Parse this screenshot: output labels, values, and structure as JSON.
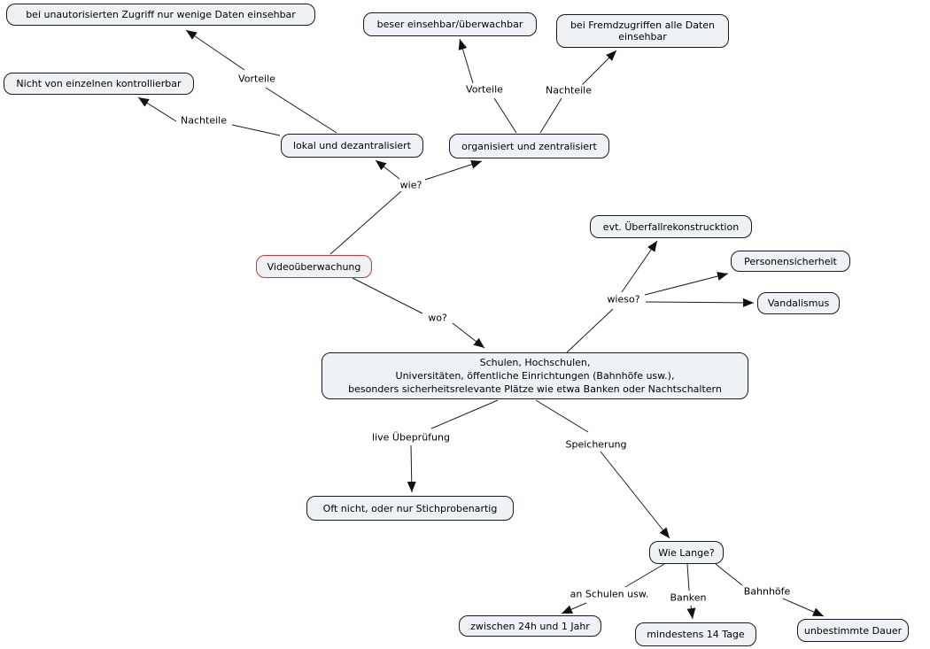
{
  "diagram": {
    "colors": {
      "background": "#ffffff",
      "node_fill": "#eef2f6",
      "node_border": "#1a1a1a",
      "root_node_border": "#cc3333",
      "line": "#1c1c1c"
    },
    "nodes": {
      "video": "Videoüberwachung",
      "unautorisiert": "bei unautorisierten Zugriff nur wenige Daten einsehbar",
      "nicht_kontrollierbar": "Nicht von einzelnen kontrollierbar",
      "beser": "beser einsehbar/überwachbar",
      "fremdzugriff": "bei Fremdzugriffen alle Daten einsehbar",
      "lokal": "lokal und dezantralisiert",
      "organisiert": "organisiert und zentralisiert",
      "ueberfall": "evt. Überfallrekonstrucktion",
      "personen": "Personensicherheit",
      "vandalismus": "Vandalismus",
      "orte": "Schulen, Hochschulen,\nUniversitäten, öffentliche Einrichtungen (Bahnhöfe usw.),\nbesonders sicherheitsrelevante Plätze wie etwa Banken oder Nachtschaltern",
      "oft_nicht": "Oft nicht, oder nur Stichprobenartig",
      "wie_lange": "Wie Lange?",
      "zwischen": "zwischen 24h und 1 Jahr",
      "mindestens": "mindestens 14 Tage",
      "unbestimmt": "unbestimmte Dauer"
    },
    "edge_labels": {
      "vorteile_links": "Vorteile",
      "nachteile_links": "Nachteile",
      "vorteile_mitte": "Vorteile",
      "nachteile_rechts": "Nachteile",
      "wie": "wie?",
      "wo": "wo?",
      "wieso": "wieso?",
      "live": "live Übeprüfung",
      "speicherung": "Speicherung",
      "an_schulen": "an Schulen usw.",
      "banken": "Banken",
      "bahnhoefe": "Bahnhöfe"
    }
  }
}
